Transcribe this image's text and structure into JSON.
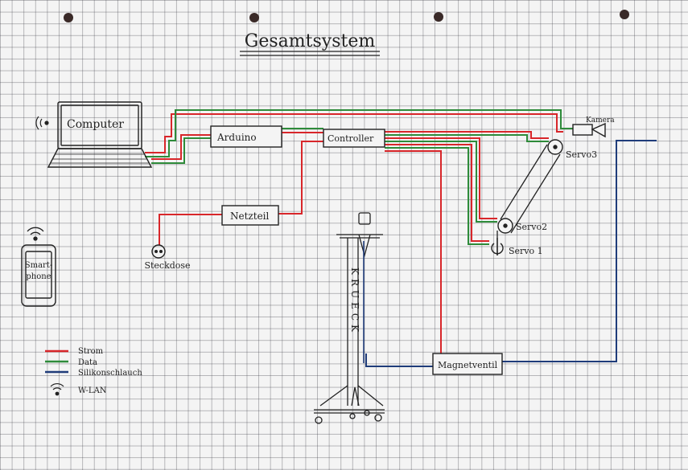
{
  "title": "Gesamtsystem",
  "components": {
    "computer": "Computer",
    "arduino": "Arduino",
    "controller": "Controller",
    "netzteil": "Netzteil",
    "steckdose": "Steckdose",
    "kamera": "Kamera",
    "servo3": "Servo3",
    "servo2": "Servo2",
    "servo1": "Servo 1",
    "smartphone_line1": "Smart-",
    "smartphone_line2": "phone",
    "krueck": "KRUECK",
    "magnetventil": "Magnetventil"
  },
  "legend": [
    {
      "label": "Strom",
      "color": "#d8262a",
      "kind": "line"
    },
    {
      "label": "Data",
      "color": "#2e8b3a",
      "kind": "line"
    },
    {
      "label": "Silikonschlauch",
      "color": "#1f3c7a",
      "kind": "line"
    },
    {
      "label": "W-LAN",
      "color": "#222222",
      "kind": "wifi"
    }
  ],
  "colors": {
    "strom": "#d8262a",
    "data": "#2e8b3a",
    "schlauch": "#1f3c7a",
    "ink": "#222222"
  }
}
